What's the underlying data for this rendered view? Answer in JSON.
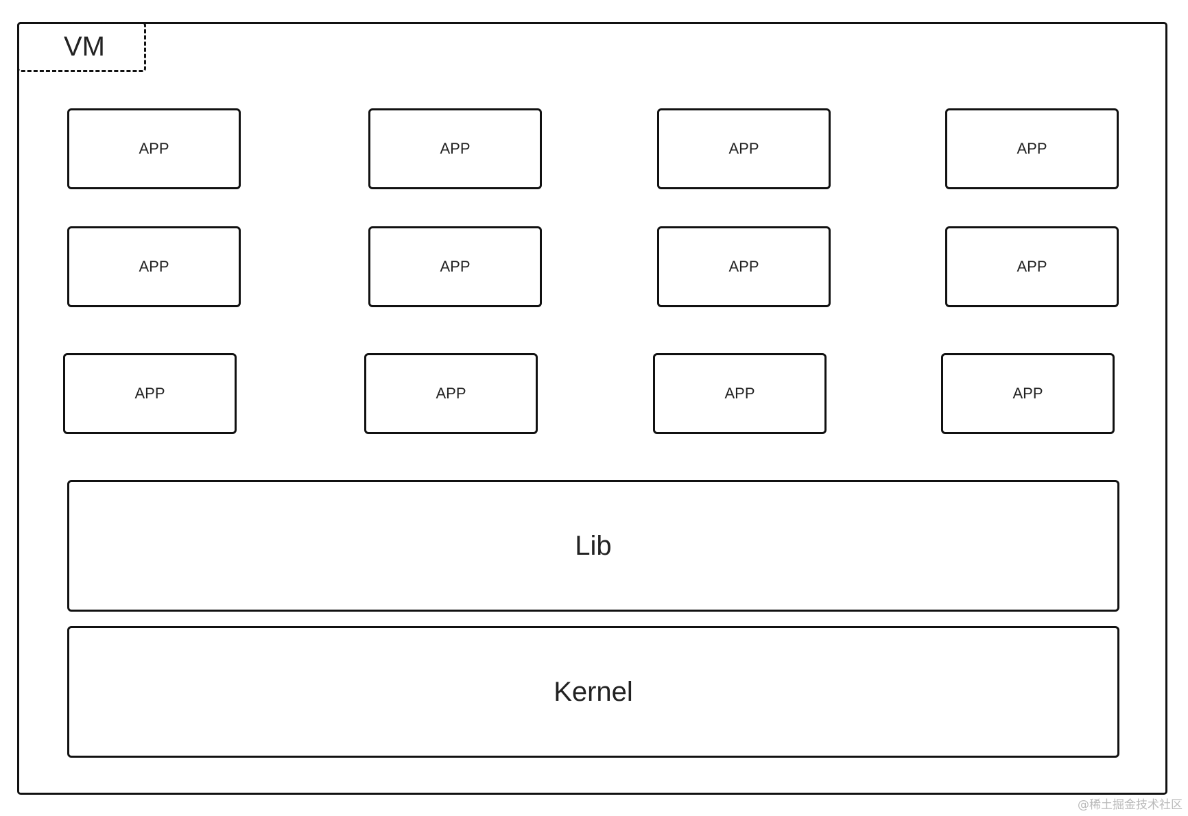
{
  "vm": {
    "label": "VM"
  },
  "apps": {
    "row1": [
      "APP",
      "APP",
      "APP",
      "APP"
    ],
    "row2": [
      "APP",
      "APP",
      "APP",
      "APP"
    ],
    "row3": [
      "APP",
      "APP",
      "APP",
      "APP"
    ]
  },
  "lib": {
    "label": "Lib"
  },
  "kernel": {
    "label": "Kernel"
  },
  "watermark": "@稀土掘金技术社区"
}
